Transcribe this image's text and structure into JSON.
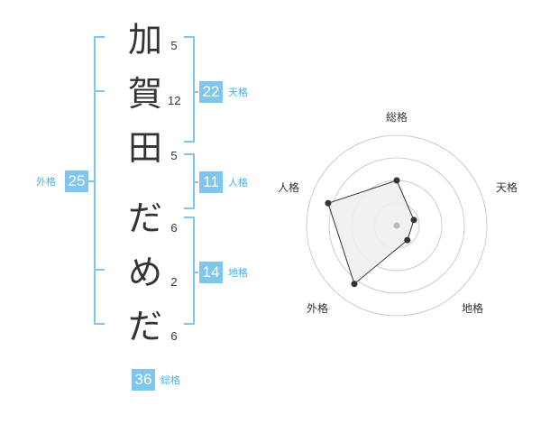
{
  "name_chars": [
    {
      "char": "加",
      "strokes": "5"
    },
    {
      "char": "賀",
      "strokes": "12"
    },
    {
      "char": "田",
      "strokes": "5"
    },
    {
      "char": "だ",
      "strokes": "6"
    },
    {
      "char": "め",
      "strokes": "2"
    },
    {
      "char": "だ",
      "strokes": "6"
    }
  ],
  "fortune": {
    "tenkaku": {
      "value": "22",
      "label": "天格"
    },
    "jinkaku": {
      "value": "11",
      "label": "人格"
    },
    "chikaku": {
      "value": "14",
      "label": "地格"
    },
    "gaikaku": {
      "value": "25",
      "label": "外格"
    },
    "soukaku": {
      "value": "36",
      "label": "総格"
    }
  },
  "radar": {
    "axes": [
      "総格",
      "天格",
      "地格",
      "外格",
      "人格"
    ],
    "levels": 4,
    "values": [
      0.5,
      0.2,
      0.2,
      0.8,
      0.8
    ],
    "colors": {
      "fill": "#eeeeee",
      "line": "#333333",
      "grid": "#cccccc",
      "accent": "#7ec6ee"
    }
  }
}
